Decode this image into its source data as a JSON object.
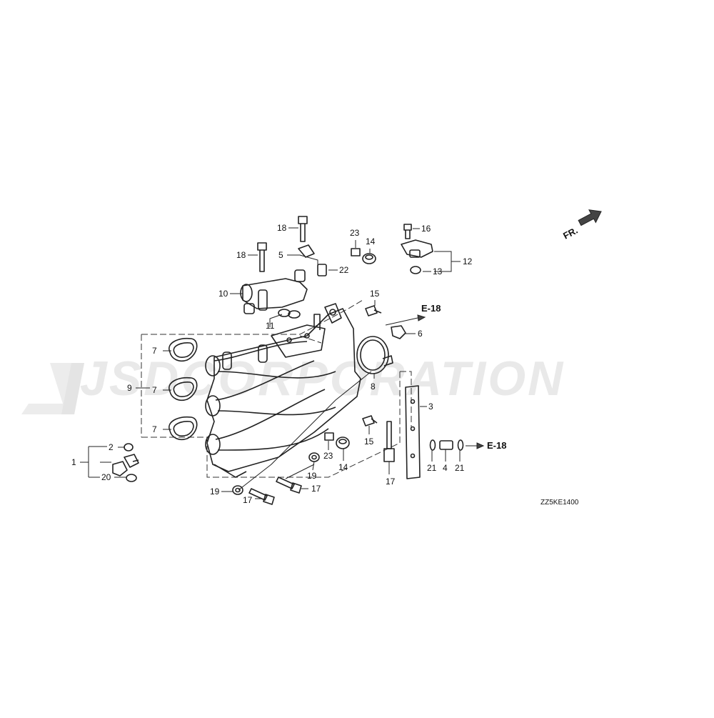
{
  "watermark": "JSDCORPORATION",
  "diagram_code": "ZZ5KE1400",
  "direction_marker": {
    "text": "FR.",
    "icon": "front-arrow-icon"
  },
  "references": [
    "E-18",
    "E-18"
  ],
  "callouts": [
    "1",
    "2",
    "20",
    "7",
    "9",
    "7",
    "7",
    "18",
    "5",
    "10",
    "11",
    "18",
    "22",
    "23",
    "14",
    "16",
    "12",
    "13",
    "15",
    "6",
    "8",
    "3",
    "15",
    "23",
    "14",
    "19",
    "17",
    "19",
    "17",
    "17",
    "21",
    "4",
    "21"
  ]
}
